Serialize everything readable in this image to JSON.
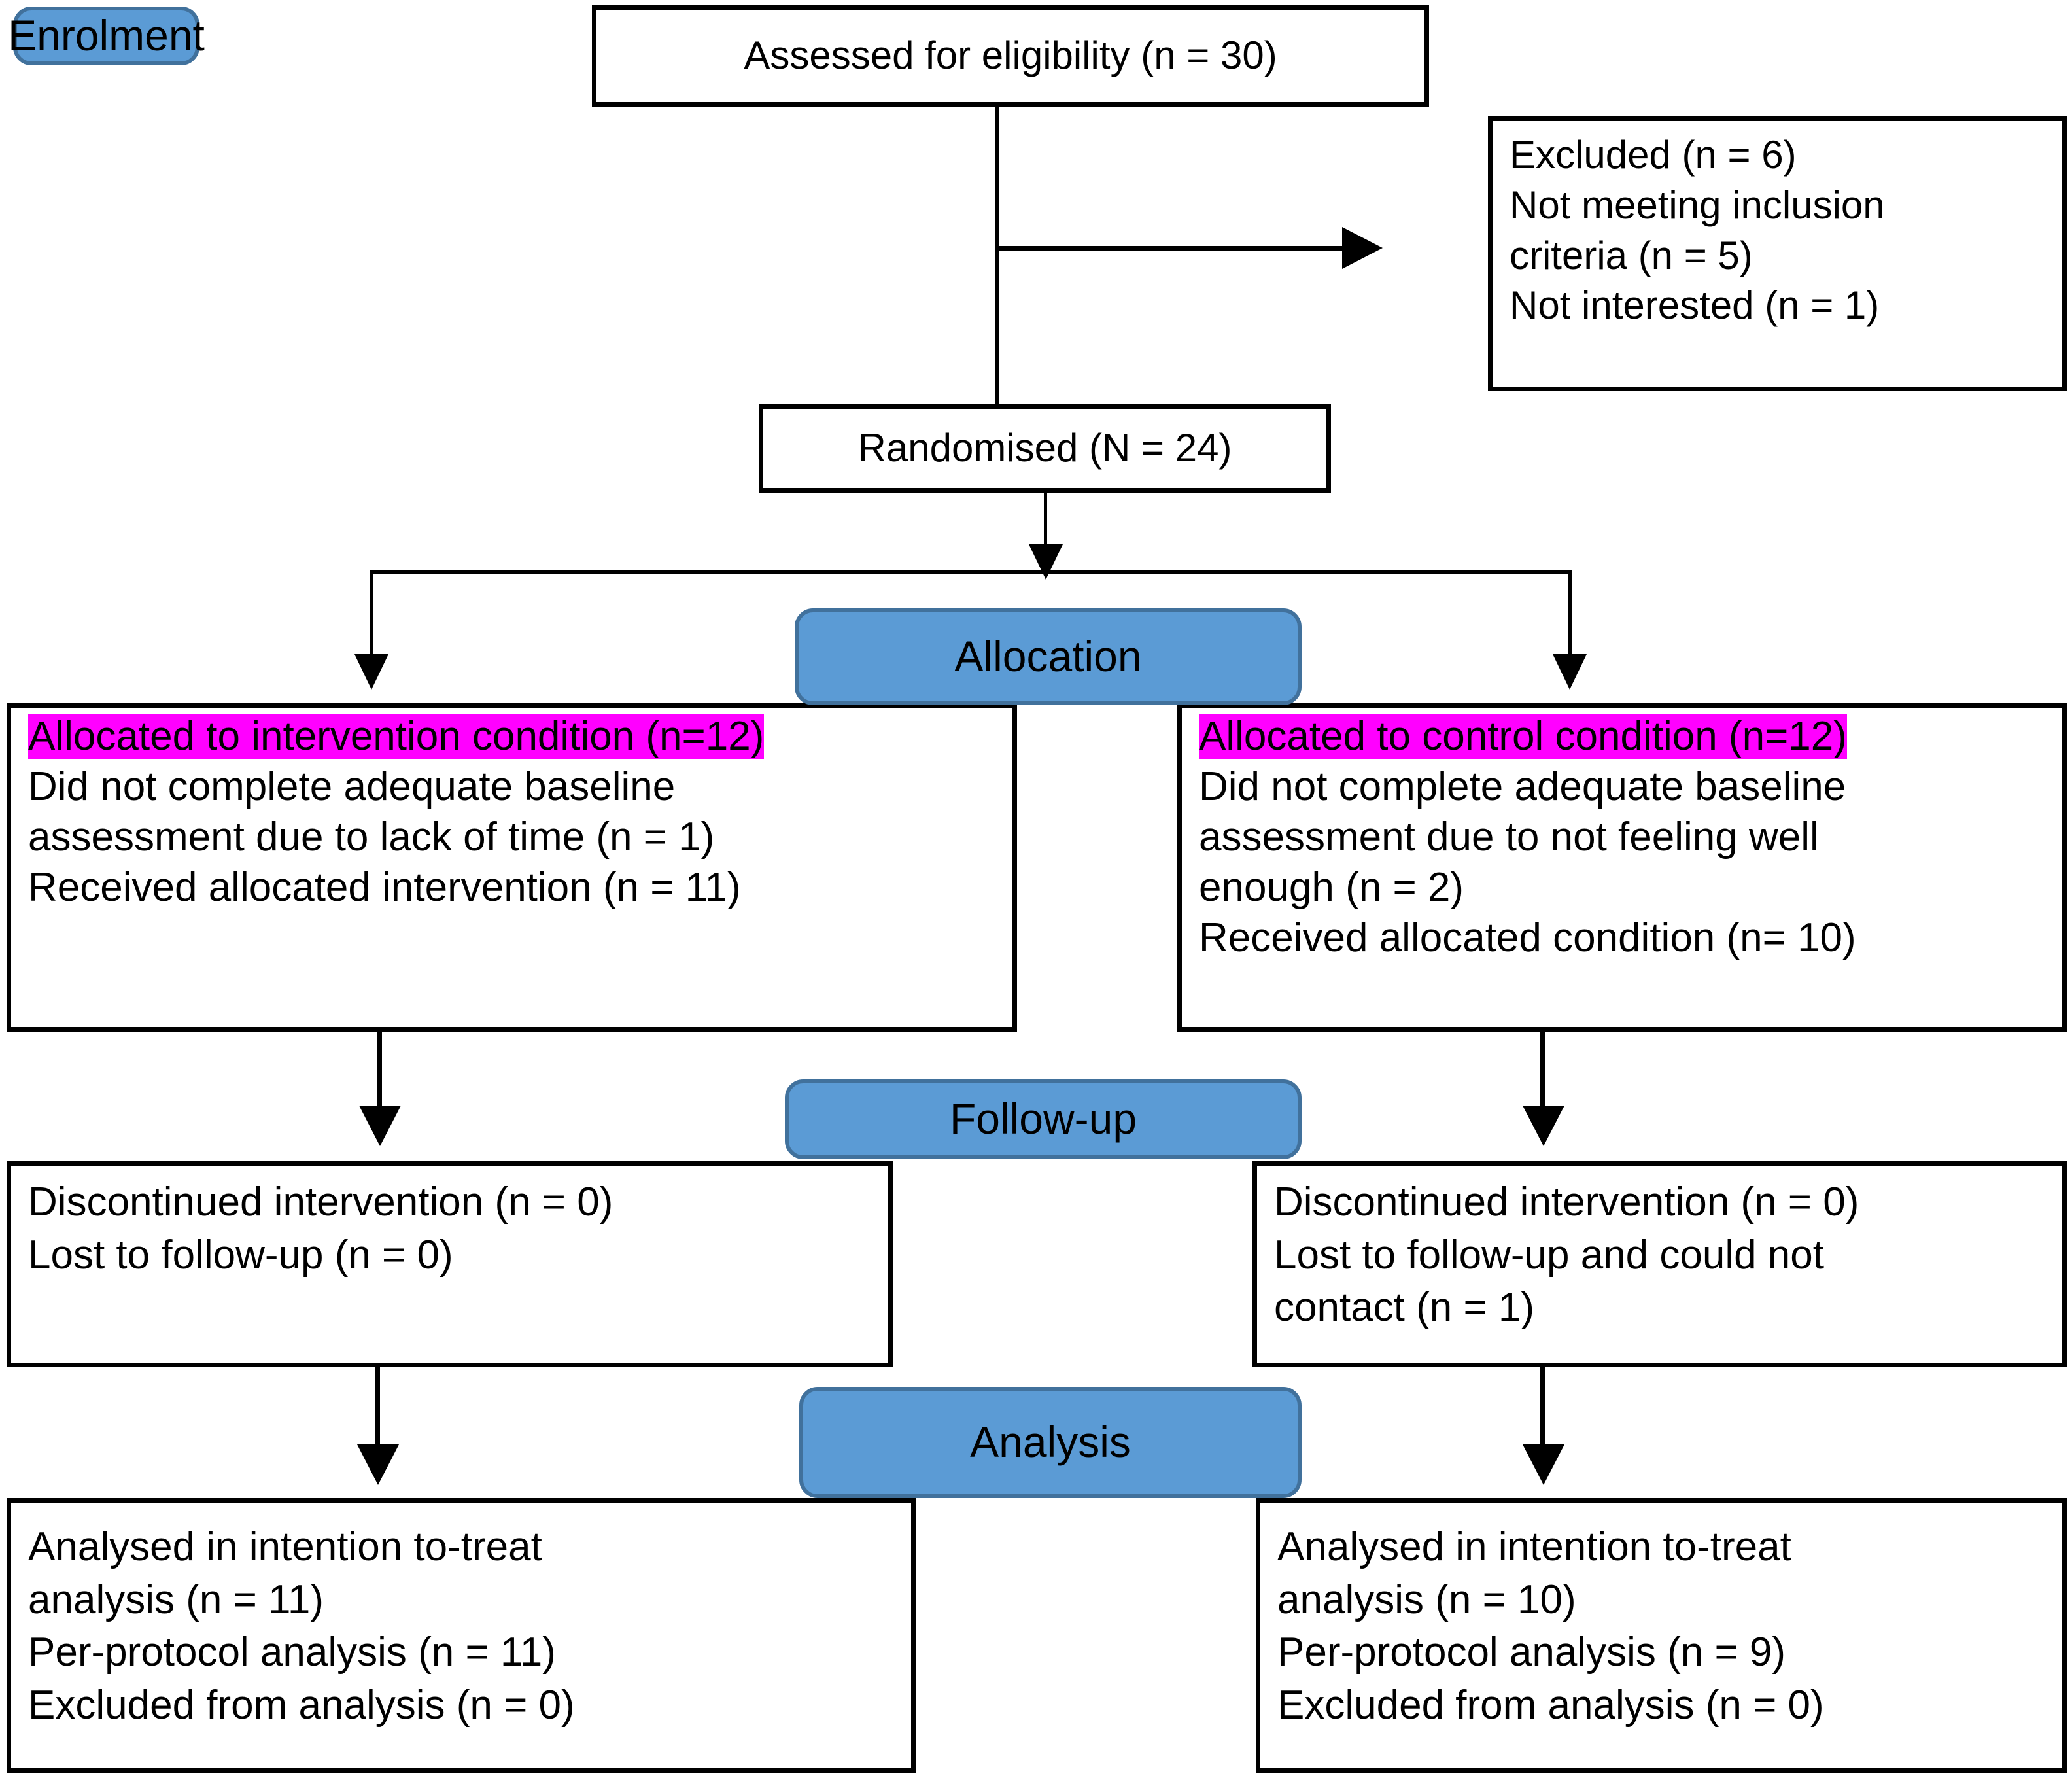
{
  "diagram": {
    "type": "consort-flow-diagram",
    "accent_blue": "#5B9BD5",
    "accent_blue_border": "#41719C",
    "highlight_color": "#FF00FF",
    "stages": {
      "enrolment": "Enrolment",
      "allocation": "Allocation",
      "followup": "Follow-up",
      "analysis": "Analysis"
    },
    "nodes": {
      "assessed": "Assessed for eligibility (n = 30)",
      "randomised": "Randomised (N = 24)",
      "excluded": {
        "line1": "Excluded (n = 6)",
        "line2": "Not meeting inclusion",
        "line3": "criteria (n = 5)",
        "line4": "Not interested (n = 1)"
      },
      "intervention_allocation": {
        "highlight": "Allocated to intervention condition (n=12)",
        "line2": "Did not complete adequate baseline",
        "line3": "assessment due to lack of time (n = 1)",
        "line4": "Received allocated intervention (n = 11)"
      },
      "control_allocation": {
        "highlight": "Allocated to control condition (n=12)",
        "line2": "Did not complete adequate baseline",
        "line3": "assessment due to not feeling well",
        "line4": "enough (n = 2)",
        "line5": "Received allocated condition (n= 10)"
      },
      "intervention_followup": {
        "line1": "Discontinued intervention (n = 0)",
        "line2": "Lost to follow-up (n = 0)"
      },
      "control_followup": {
        "line1": "Discontinued intervention (n = 0)",
        "line2": "Lost to follow-up and could not",
        "line3": "contact (n = 1)"
      },
      "intervention_analysis": {
        "line1": "Analysed in intention to-treat",
        "line2": "analysis (n = 11)",
        "line3": "Per-protocol analysis (n = 11)",
        "line4": "Excluded from analysis (n = 0)"
      },
      "control_analysis": {
        "line1": "Analysed in intention to-treat",
        "line2": "analysis (n = 10)",
        "line3": "Per-protocol analysis (n = 9)",
        "line4": "Excluded from analysis (n = 0)"
      }
    }
  }
}
